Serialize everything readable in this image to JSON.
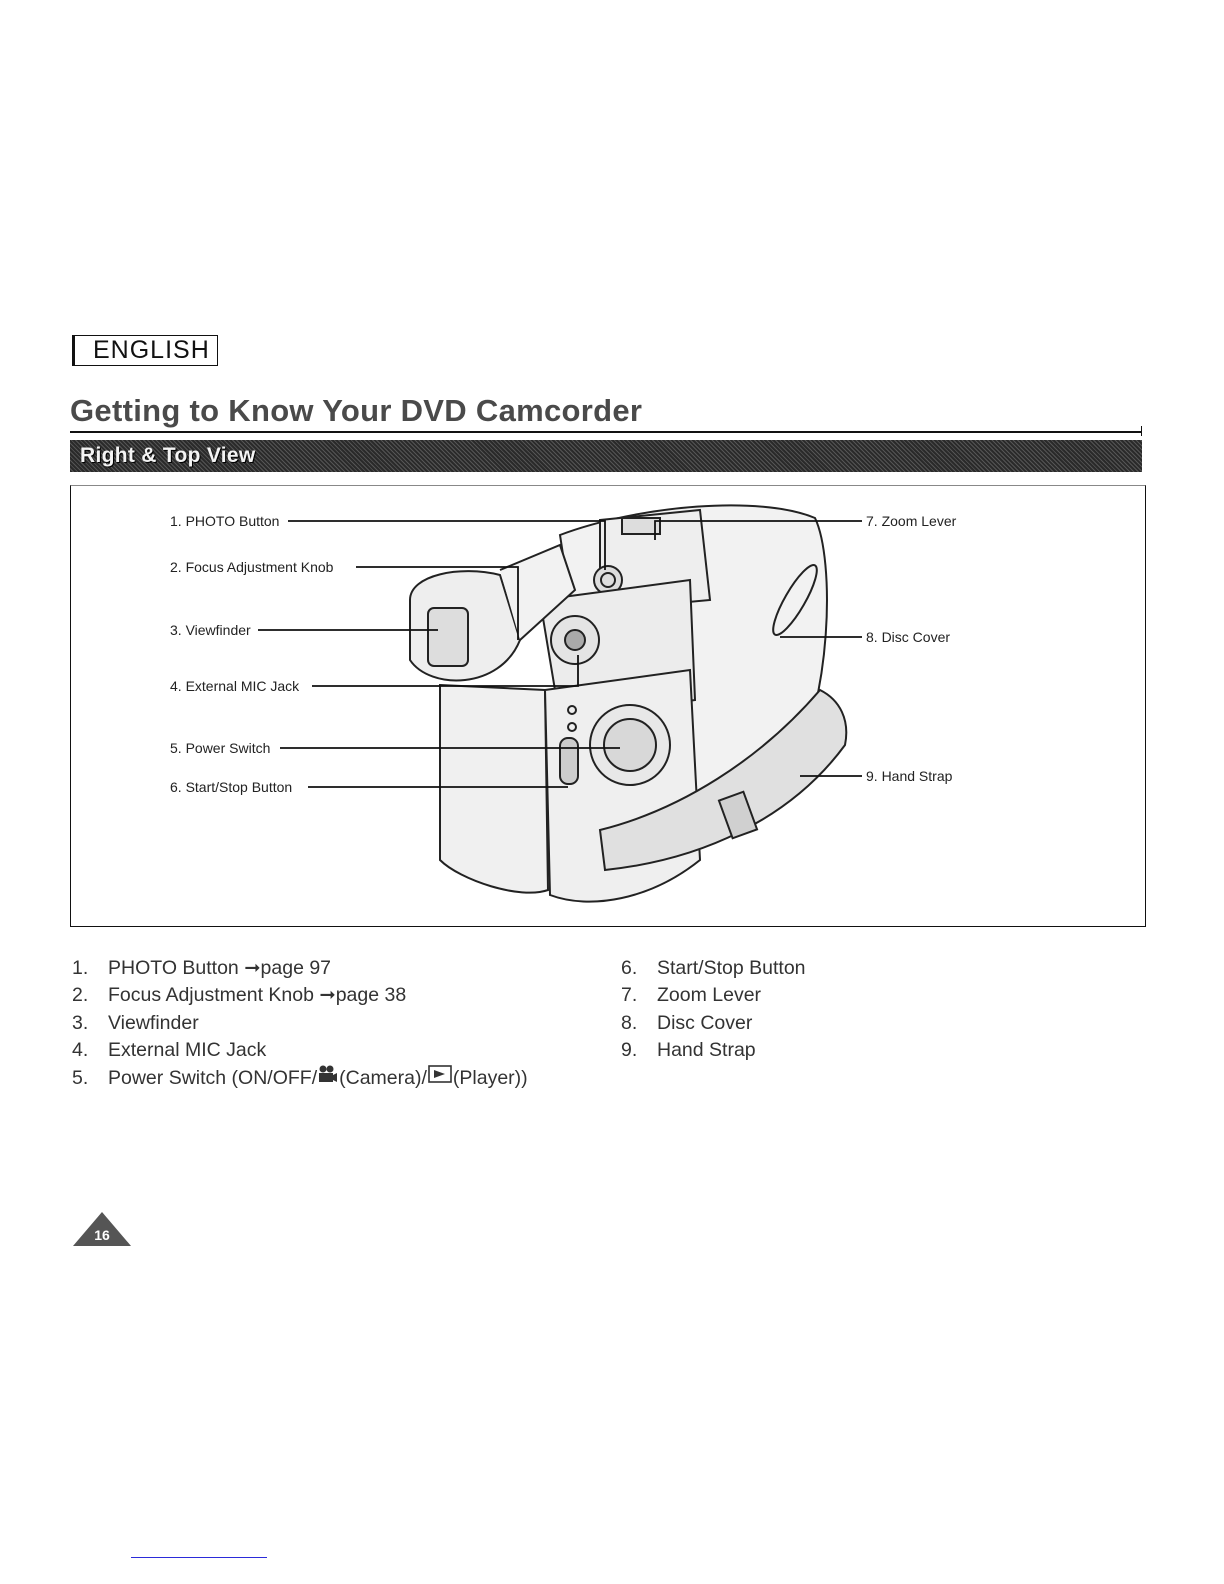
{
  "language_tag": "ENGLISH",
  "page_title": "Getting to Know Your DVD Camcorder",
  "section_title": "Right & Top View",
  "diagram": {
    "callouts_left": [
      "1. PHOTO Button",
      "2. Focus Adjustment Knob",
      "3. Viewfinder",
      "4. External MIC Jack",
      "5. Power Switch",
      "6. Start/Stop Button"
    ],
    "callouts_right": [
      "7. Zoom Lever",
      "8. Disc Cover",
      "9. Hand Strap"
    ]
  },
  "items_left": [
    {
      "num": "1.",
      "text": "PHOTO Button ➞page 97"
    },
    {
      "num": "2.",
      "text": "Focus Adjustment Knob ➞page 38"
    },
    {
      "num": "3.",
      "text": "Viewfinder"
    },
    {
      "num": "4.",
      "text": "External MIC Jack"
    },
    {
      "num": "5.",
      "text_a": "Power Switch (ON/OFF/",
      "text_b": "(Camera)/",
      "text_c": "(Player))"
    }
  ],
  "items_right": [
    {
      "num": "6.",
      "text": "Start/Stop Button"
    },
    {
      "num": "7.",
      "text": "Zoom Lever"
    },
    {
      "num": "8.",
      "text": "Disc Cover"
    },
    {
      "num": "9.",
      "text": "Hand Strap"
    }
  ],
  "page_number": "16",
  "icons": [
    "camera-icon",
    "player-icon"
  ]
}
